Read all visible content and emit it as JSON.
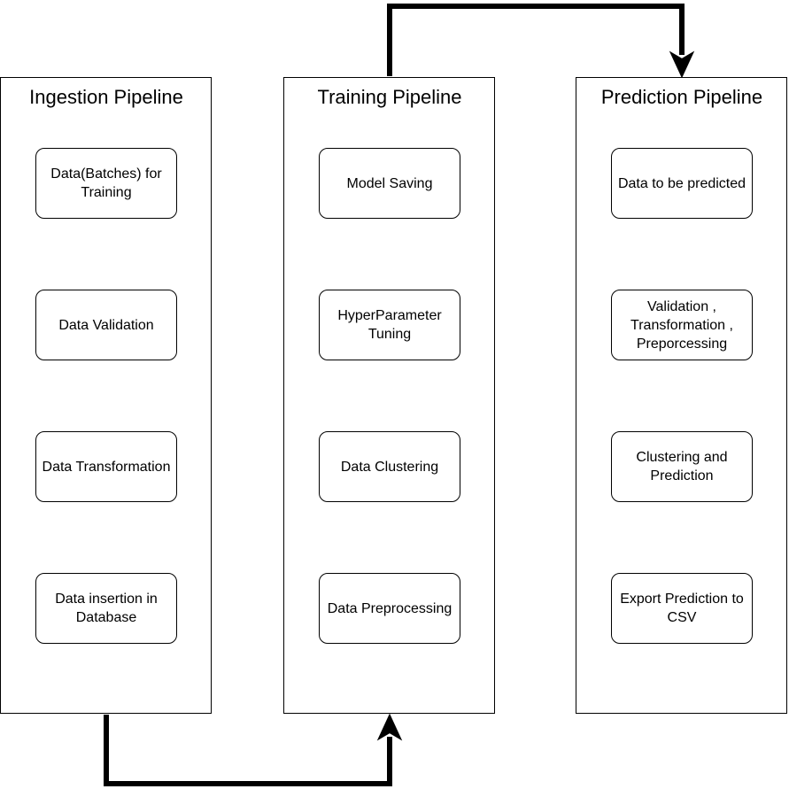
{
  "lanes": {
    "ingestion": {
      "title": "Ingestion Pipeline",
      "steps": [
        "Data(Batches) for Training",
        "Data Validation",
        "Data Transformation",
        "Data insertion in Database"
      ]
    },
    "training": {
      "title": "Training Pipeline",
      "steps": [
        "Model Saving",
        "HyperParameter Tuning",
        "Data Clustering",
        "Data Preprocessing"
      ]
    },
    "prediction": {
      "title": "Prediction Pipeline",
      "steps": [
        "Data to be predicted",
        "Validation , Transformation , Preporcessing",
        "Clustering and Prediction",
        "Export Prediction to CSV"
      ]
    }
  },
  "colors": {
    "line": "#000000",
    "background": "#ffffff"
  }
}
